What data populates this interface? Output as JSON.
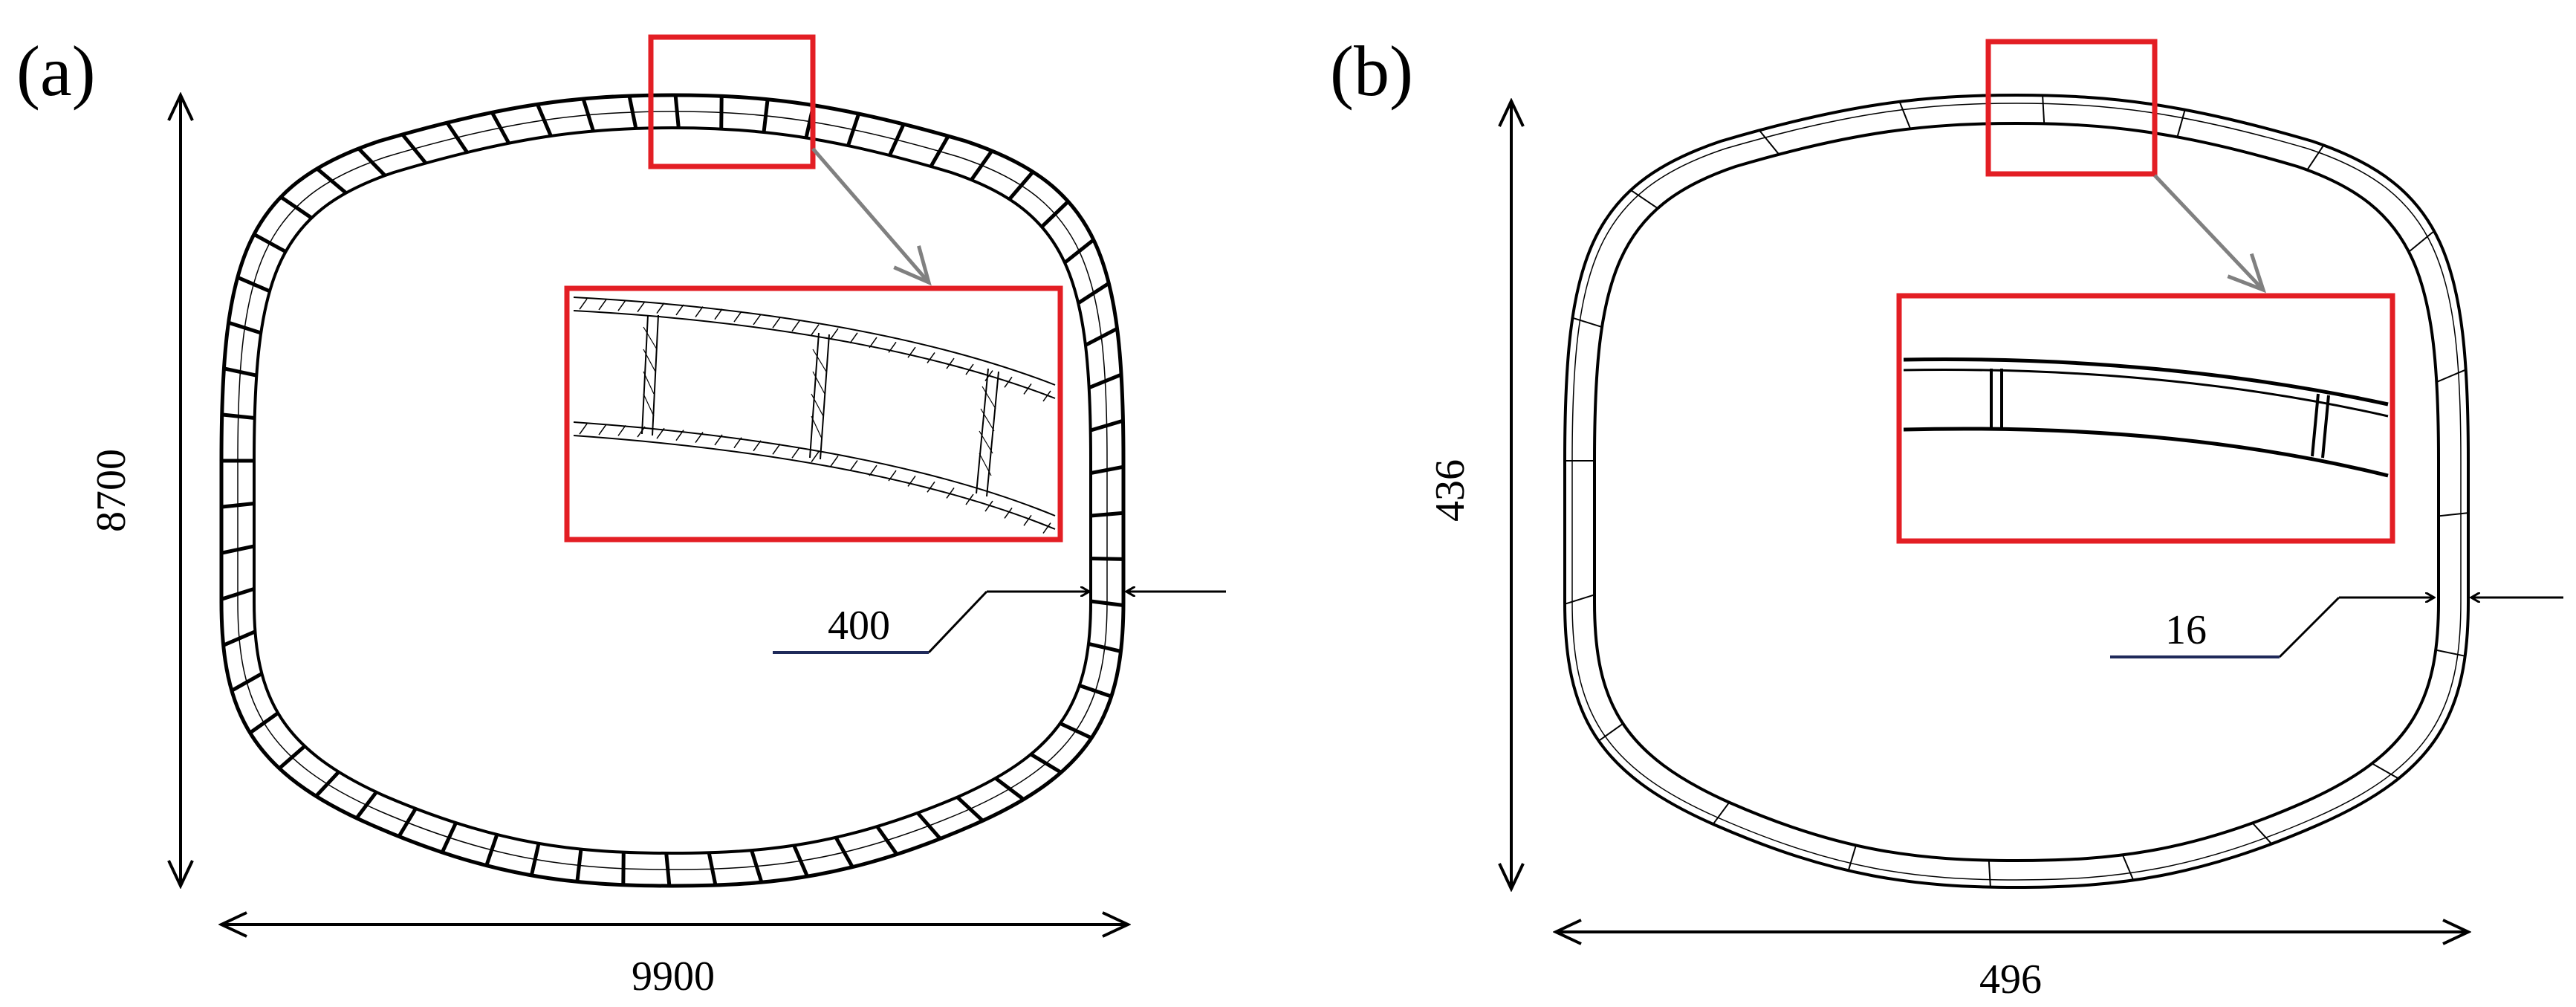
{
  "panels": [
    {
      "label": "(a)",
      "height_label": "8700",
      "width_label": "9900",
      "thickness_label": "400"
    },
    {
      "label": "(b)",
      "height_label": "436",
      "width_label": "496",
      "thickness_label": "16"
    }
  ],
  "colors": {
    "highlight": "#e31e24",
    "leader_arrow": "#808080",
    "underline": "#1f2a5a",
    "line": "#000000"
  }
}
